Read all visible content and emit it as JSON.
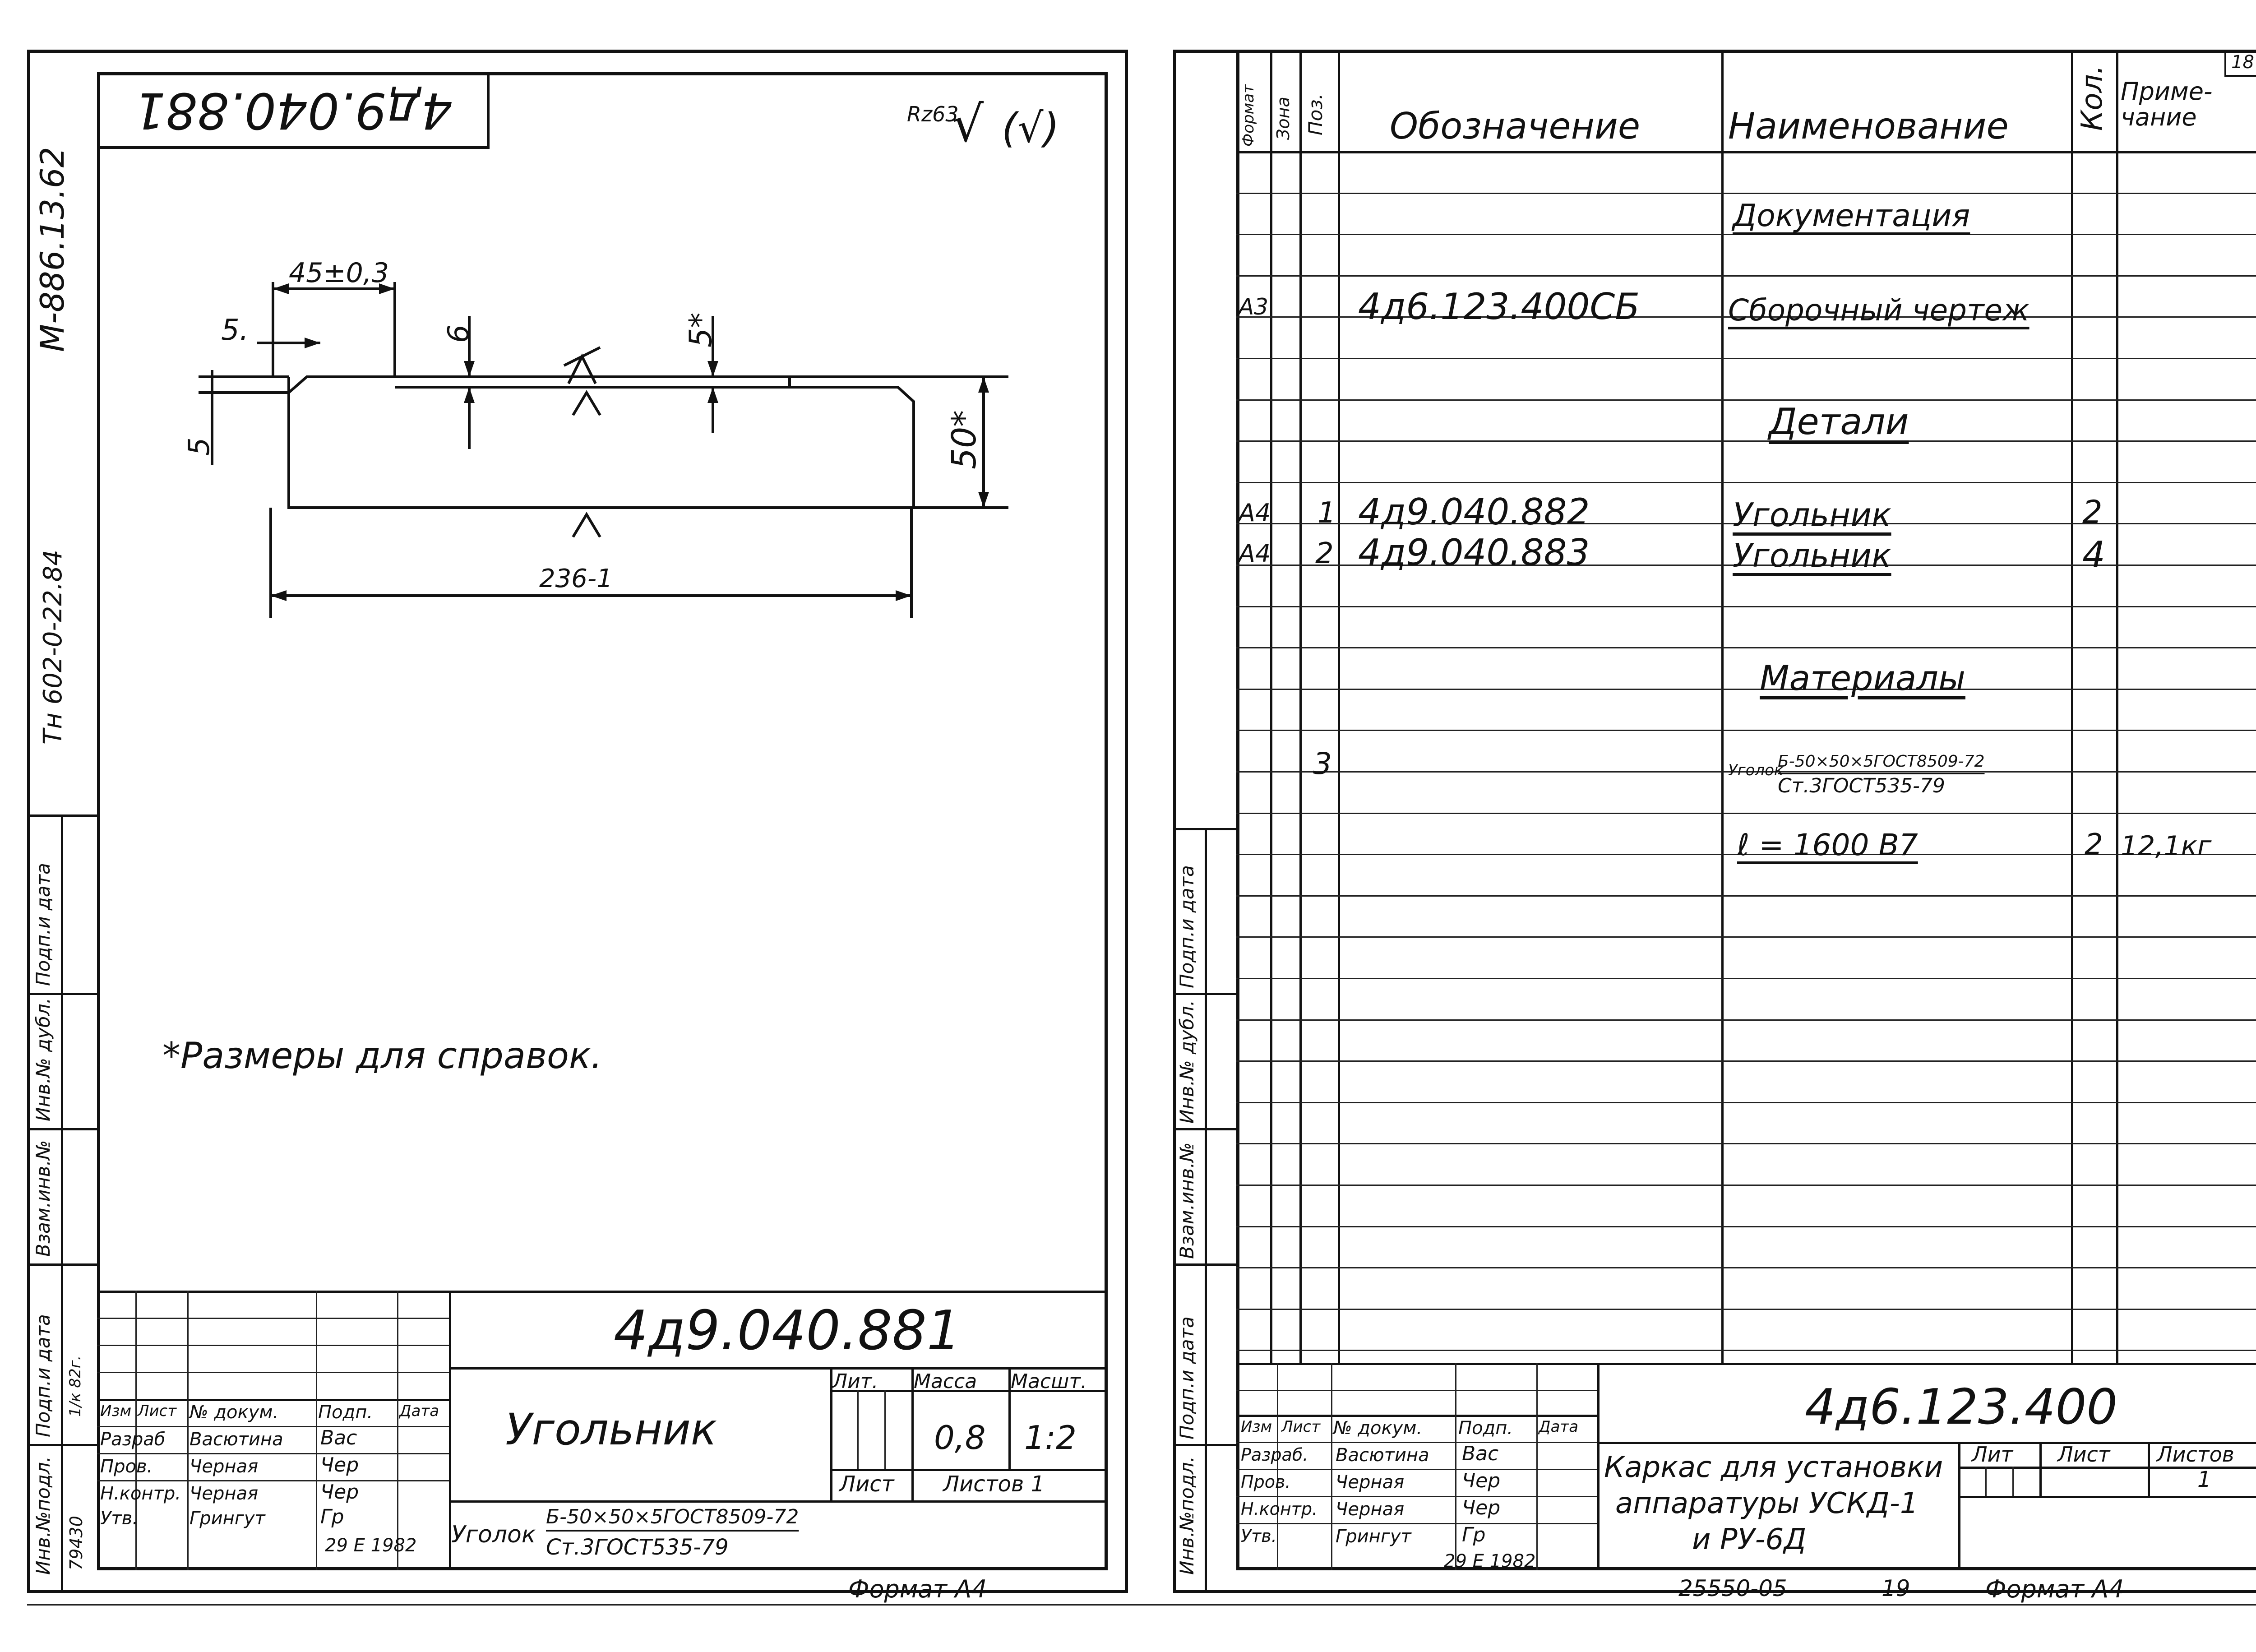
{
  "left_sheet": {
    "top_code_inverted": "4д9.040.881",
    "roughness": "Rz63",
    "roughness_paren": "(√)",
    "margin_top_code": "М-886.13.62",
    "margin_mid_code": "Тн  602-0-22.84",
    "dims": {
      "d45": "45±0,3",
      "d5a": "5.",
      "d6": "6",
      "d5star": "5*",
      "d5b": "5",
      "d50": "50*",
      "d236": "236-1"
    },
    "note": "*Размеры для справок.",
    "side_columns": [
      "Подп.и дата",
      "Инв.№ дубл.",
      "Взам.инв.№",
      "Подп.и дата",
      "Инв.№подл."
    ],
    "side_values": [
      "1/к 82г.",
      "79430"
    ],
    "title_block": {
      "code": "4д9.040.881",
      "name": "Угольник",
      "material_a": "Б-50×50×5ГОСТ8509-72",
      "material_b": "Ст.3ГОСТ535-79",
      "material_prefix": "Уголок",
      "lit_label": "Лит.",
      "mass_label": "Масса",
      "scale_label": "Масшт.",
      "mass": "0,8",
      "scale": "1:2",
      "sheet_label": "Лист",
      "sheets_label": "Листов 1",
      "headers": [
        "Изм",
        "Лист",
        "№ докум.",
        "Подп.",
        "Дата"
      ],
      "rows": [
        {
          "role": "Разраб",
          "name": "Васютина",
          "sign": "Вас"
        },
        {
          "role": "Пров.",
          "name": "Черная",
          "sign": "Чер"
        },
        {
          "role": "Н.контр.",
          "name": "Черная",
          "sign": "Чер"
        },
        {
          "role": "Утв.",
          "name": "Грингут",
          "sign": "Гр"
        }
      ],
      "date": "29 Е 1982",
      "format": "Формат А4"
    }
  },
  "right_sheet": {
    "page_number": "18",
    "headers": {
      "format": "Формат",
      "zone": "Зона",
      "pos": "Поз.",
      "designation": "Обозначение",
      "name": "Наименование",
      "qty": "Кол.",
      "note": "Приме-чание"
    },
    "rows": [
      {
        "format": "",
        "pos": "",
        "designation": "",
        "name": "Документация",
        "qty": "",
        "note": "",
        "underline": true
      },
      {
        "format": "А3",
        "pos": "",
        "designation": "4д6.123.400СБ",
        "name": "Сборочный чертеж",
        "qty": "",
        "note": "",
        "underline": true
      },
      {
        "format": "",
        "pos": "",
        "designation": "",
        "name": "Детали",
        "qty": "",
        "note": "",
        "underline": true
      },
      {
        "format": "А4",
        "pos": "1",
        "designation": "4д9.040.882",
        "name": "Угольник",
        "qty": "2",
        "note": ""
      },
      {
        "format": "А4",
        "pos": "2",
        "designation": "4д9.040.883",
        "name": "Угольник",
        "qty": "4",
        "note": ""
      },
      {
        "format": "",
        "pos": "",
        "designation": "",
        "name": "Материалы",
        "qty": "",
        "note": "",
        "underline": true
      },
      {
        "format": "",
        "pos": "3",
        "designation": "",
        "name": "Уголок Б-50×50×5ГОСТ8509-72 / Ст.3ГОСТ535-79",
        "qty": "",
        "note": ""
      },
      {
        "format": "",
        "pos": "",
        "designation": "",
        "name": "ℓ = 1600 В7",
        "qty": "2",
        "note": "12,1кг"
      }
    ],
    "material_prefix": "Уголок",
    "material_a": "Б-50×50×5ГОСТ8509-72",
    "material_b": "Ст.3ГОСТ535-79",
    "side_columns": [
      "Подп.и дата",
      "Инв.№ дубл.",
      "Взам.инв.№",
      "Подп.и дата",
      "Инв.№подл."
    ],
    "title_block": {
      "code": "4д6.123.400",
      "name_lines": [
        "Каркас для установки",
        "аппаратуры УСКД-1",
        "и РУ-6Д"
      ],
      "lit_label": "Лит",
      "sheet_label": "Лист",
      "sheets_label": "Листов",
      "sheets_value": "1",
      "headers": [
        "Изм",
        "Лист",
        "№ докум.",
        "Подп.",
        "Дата"
      ],
      "rows": [
        {
          "role": "Разраб.",
          "name": "Васютина",
          "sign": "Вас"
        },
        {
          "role": "Пров.",
          "name": "Черная",
          "sign": "Чер"
        },
        {
          "role": "Н.контр.",
          "name": "Черная",
          "sign": "Чер"
        },
        {
          "role": "Утв.",
          "name": "Грингут",
          "sign": "Гр"
        }
      ],
      "date": "29 Е 1982",
      "bottom_code": "25550-05",
      "bottom_num": "19",
      "format": "Формат А4"
    }
  }
}
